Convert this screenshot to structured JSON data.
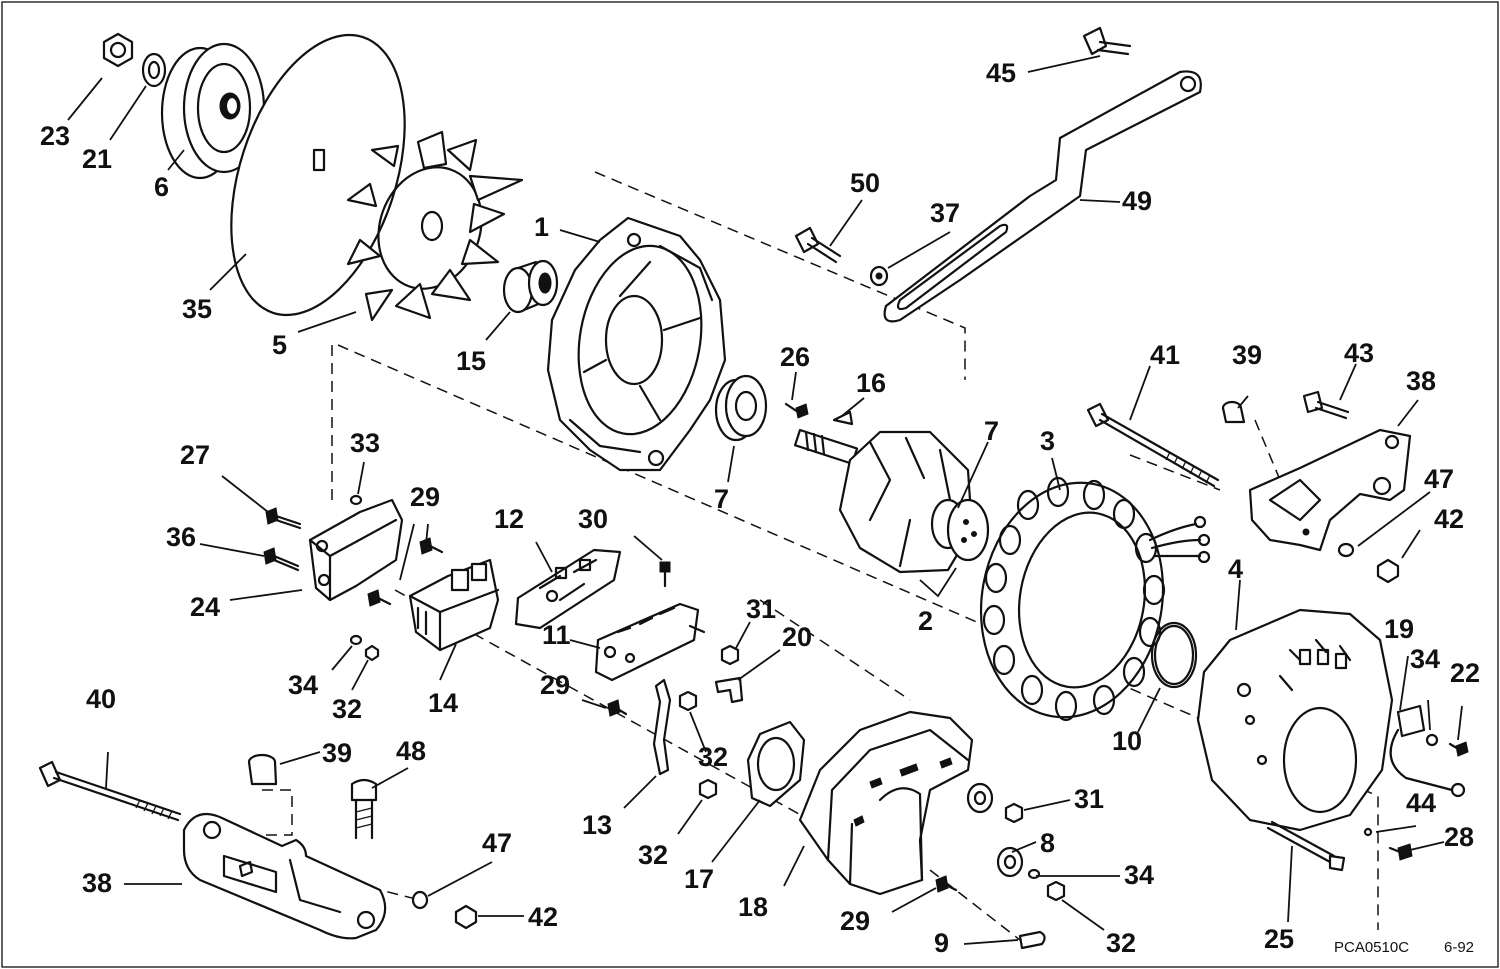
{
  "diagram": {
    "labels": {
      "l1": "1",
      "l2": "2",
      "l3": "3",
      "l4": "4",
      "l5": "5",
      "l6": "6",
      "l7a": "7",
      "l7b": "7",
      "l8": "8",
      "l9": "9",
      "l10": "10",
      "l11": "11",
      "l12": "12",
      "l13": "13",
      "l14": "14",
      "l15": "15",
      "l16": "16",
      "l17": "17",
      "l18": "18",
      "l19": "19",
      "l20": "20",
      "l21": "21",
      "l22": "22",
      "l23": "23",
      "l24": "24",
      "l25": "25",
      "l26": "26",
      "l27": "27",
      "l28": "28",
      "l29a": "29",
      "l29b": "29",
      "l29c": "29",
      "l30": "30",
      "l31a": "31",
      "l31b": "31",
      "l32a": "32",
      "l32b": "32",
      "l32c": "32",
      "l32d": "32",
      "l33": "33",
      "l34a": "34",
      "l34b": "34",
      "l34c": "34",
      "l35": "35",
      "l36": "36",
      "l37": "37",
      "l38a": "38",
      "l38b": "38",
      "l39a": "39",
      "l39b": "39",
      "l40": "40",
      "l41": "41",
      "l42a": "42",
      "l42b": "42",
      "l43": "43",
      "l44": "44",
      "l45": "45",
      "l47a": "47",
      "l47b": "47",
      "l48": "48",
      "l49": "49",
      "l50": "50"
    },
    "footer": {
      "code": "PCA0510C",
      "date": "6-92"
    }
  }
}
